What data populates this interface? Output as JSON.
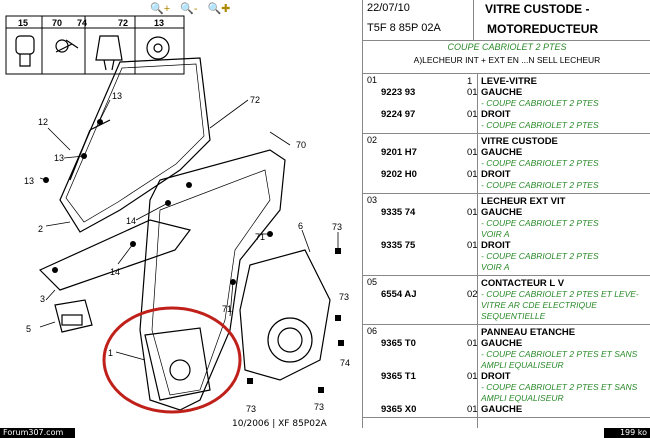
{
  "toolbar": {
    "zoom_in_icon": "zoom-in-icon",
    "zoom_out_icon": "zoom-out-icon",
    "zoom_pan_icon": "zoom-pan-icon"
  },
  "parts_header": [
    "15",
    "70",
    "74",
    "72",
    "13"
  ],
  "diagram_labels": {
    "l13a": "13",
    "l13b": "13",
    "l13c": "13",
    "l12": "12",
    "l72": "72",
    "l70": "70",
    "l2": "2",
    "l14a": "14",
    "l14b": "14",
    "l71a": "71",
    "l71b": "71",
    "l6": "6",
    "l73a": "73",
    "l73b": "73",
    "l73c": "73",
    "l73d": "73",
    "l3": "3",
    "l5": "5",
    "l1": "1",
    "l74": "74",
    "l15": "15"
  },
  "footer": {
    "drawing_code": "10/2006 | XF 85P02A",
    "forum": "Forum307.com",
    "size": "199 ko"
  },
  "header": {
    "date": "22/07/10",
    "code": "T5F 8 85P 02A",
    "title1": "VITRE CUSTODE -",
    "title2": "MOTOREDUCTEUR"
  },
  "subtitle1": "COUPE CABRIOLET 2 PTES",
  "subtitle2": "A)LECHEUR INT + EXT EN ...N SELL LECHEUR",
  "groups": [
    {
      "num": "01",
      "lines": [
        {
          "ref": "",
          "qty": "1",
          "text": "LEVE-VITRE",
          "style": "bold"
        },
        {
          "ref": "9223 93",
          "qty": "01",
          "text": "GAUCHE",
          "style": "bold"
        },
        {
          "ref": "",
          "qty": "",
          "text": "- COUPE CABRIOLET 2 PTES",
          "style": "green"
        },
        {
          "ref": "9224 97",
          "qty": "01",
          "text": "DROIT",
          "style": "bold"
        },
        {
          "ref": "",
          "qty": "",
          "text": "- COUPE CABRIOLET 2 PTES",
          "style": "green"
        }
      ]
    },
    {
      "num": "02",
      "lines": [
        {
          "ref": "",
          "qty": "",
          "text": "VITRE CUSTODE",
          "style": "bold"
        },
        {
          "ref": "9201 H7",
          "qty": "01",
          "text": "GAUCHE",
          "style": "bold"
        },
        {
          "ref": "",
          "qty": "",
          "text": "- COUPE CABRIOLET 2 PTES",
          "style": "green"
        },
        {
          "ref": "9202 H0",
          "qty": "01",
          "text": "DROIT",
          "style": "bold"
        },
        {
          "ref": "",
          "qty": "",
          "text": "- COUPE CABRIOLET 2 PTES",
          "style": "green"
        }
      ]
    },
    {
      "num": "03",
      "lines": [
        {
          "ref": "",
          "qty": "",
          "text": "LECHEUR EXT VIT",
          "style": "bold"
        },
        {
          "ref": "9335 74",
          "qty": "01",
          "text": "GAUCHE",
          "style": "bold"
        },
        {
          "ref": "",
          "qty": "",
          "text": "- COUPE CABRIOLET 2 PTES",
          "style": "green"
        },
        {
          "ref": "",
          "qty": "",
          "text": "VOIR A",
          "style": "green"
        },
        {
          "ref": "9335 75",
          "qty": "01",
          "text": "DROIT",
          "style": "bold"
        },
        {
          "ref": "",
          "qty": "",
          "text": "- COUPE CABRIOLET 2 PTES",
          "style": "green"
        },
        {
          "ref": "",
          "qty": "",
          "text": "VOIR A",
          "style": "green"
        }
      ]
    },
    {
      "num": "05",
      "lines": [
        {
          "ref": "",
          "qty": "",
          "text": "CONTACTEUR L V",
          "style": "bold"
        },
        {
          "ref": "6554 AJ",
          "qty": "02",
          "text": "- COUPE CABRIOLET 2 PTES ET LEVE-",
          "style": "green"
        },
        {
          "ref": "",
          "qty": "",
          "text": "VITRE AR CDE ELECTRIQUE",
          "style": "green"
        },
        {
          "ref": "",
          "qty": "",
          "text": "SEQUENTIELLE",
          "style": "green"
        }
      ]
    },
    {
      "num": "06",
      "lines": [
        {
          "ref": "",
          "qty": "",
          "text": "PANNEAU ETANCHE",
          "style": "bold"
        },
        {
          "ref": "9365 T0",
          "qty": "01",
          "text": "GAUCHE",
          "style": "bold"
        },
        {
          "ref": "",
          "qty": "",
          "text": "- COUPE CABRIOLET 2 PTES ET SANS",
          "style": "green"
        },
        {
          "ref": "",
          "qty": "",
          "text": "AMPLI EQUALISEUR",
          "style": "green"
        },
        {
          "ref": "9365 T1",
          "qty": "01",
          "text": "DROIT",
          "style": "bold"
        },
        {
          "ref": "",
          "qty": "",
          "text": "- COUPE CABRIOLET 2 PTES ET SANS",
          "style": "green"
        },
        {
          "ref": "",
          "qty": "",
          "text": "AMPLI EQUALISEUR",
          "style": "green"
        },
        {
          "ref": "9365 X0",
          "qty": "01",
          "text": "GAUCHE",
          "style": "bold"
        }
      ]
    }
  ]
}
